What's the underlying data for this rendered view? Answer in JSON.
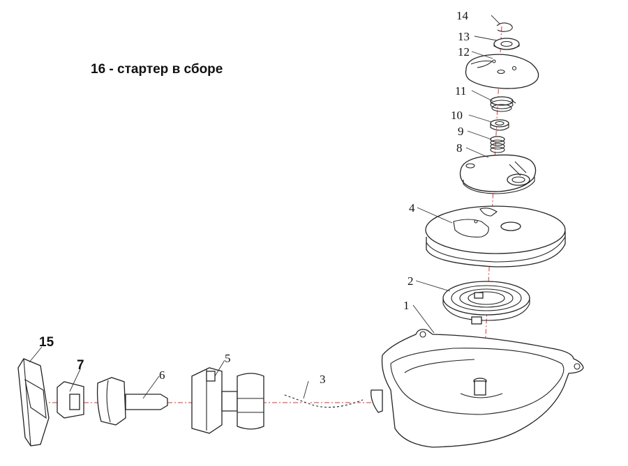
{
  "title": "16 - стартер в сборе",
  "callouts": {
    "c1": "1",
    "c2": "2",
    "c3": "3",
    "c4": "4",
    "c5": "5",
    "c6": "6",
    "c7": "7",
    "c8": "8",
    "c9": "9",
    "c10": "10",
    "c11": "11",
    "c12": "12",
    "c13": "13",
    "c14": "14",
    "c15": "15"
  },
  "colors": {
    "axis": "#e03030",
    "line": "#222222"
  }
}
